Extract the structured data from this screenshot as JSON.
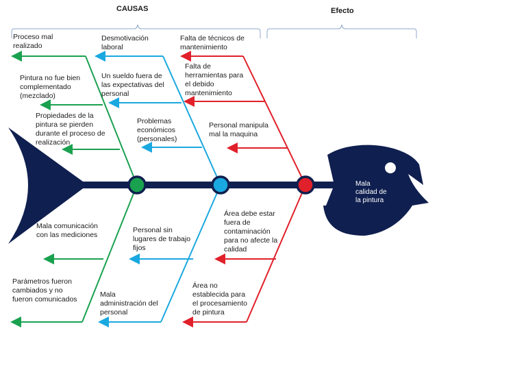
{
  "headers": {
    "causas": "CAUSAS",
    "efecto": "Efecto"
  },
  "effect": "Mala\ncalidad de\nla pintura",
  "colors": {
    "fish": "#0f1f4f",
    "green": "#1aa150",
    "blue": "#1aa8e0",
    "red": "#e0202a",
    "brace": "#8fa8c8"
  },
  "causes": {
    "green": [
      "Proceso mal\nrealizado",
      "Pintura no fue bien\ncomplementado\n(mezclado)",
      "Propiedades de la\npintura se pierden\ndurante el proceso de\nrealización",
      "Mala comunicación\ncon las mediciones",
      "Parámetros fueron\ncambiados y no\nfueron comunicados"
    ],
    "blue": [
      "Desmotivación\nlaboral",
      "Un sueldo fuera de\nlas expectativas del\npersonal",
      "Problemas\neconómicos\n(personales)",
      "Personal sin\nlugares de trabajo\nfijos",
      " Mala\nadministración del\npersonal"
    ],
    "red": [
      "Falta de técnicos de\nmantenimiento",
      "Falta de\nherramientas para\nel debido\nmantenimiento",
      "Personal manipula\nmal la maquina",
      "Área debe estar\nfuera de\ncontaminación\npara no afecte la\ncalidad",
      "Área no\nestablecida para\nel procesamiento\nde pintura"
    ]
  }
}
